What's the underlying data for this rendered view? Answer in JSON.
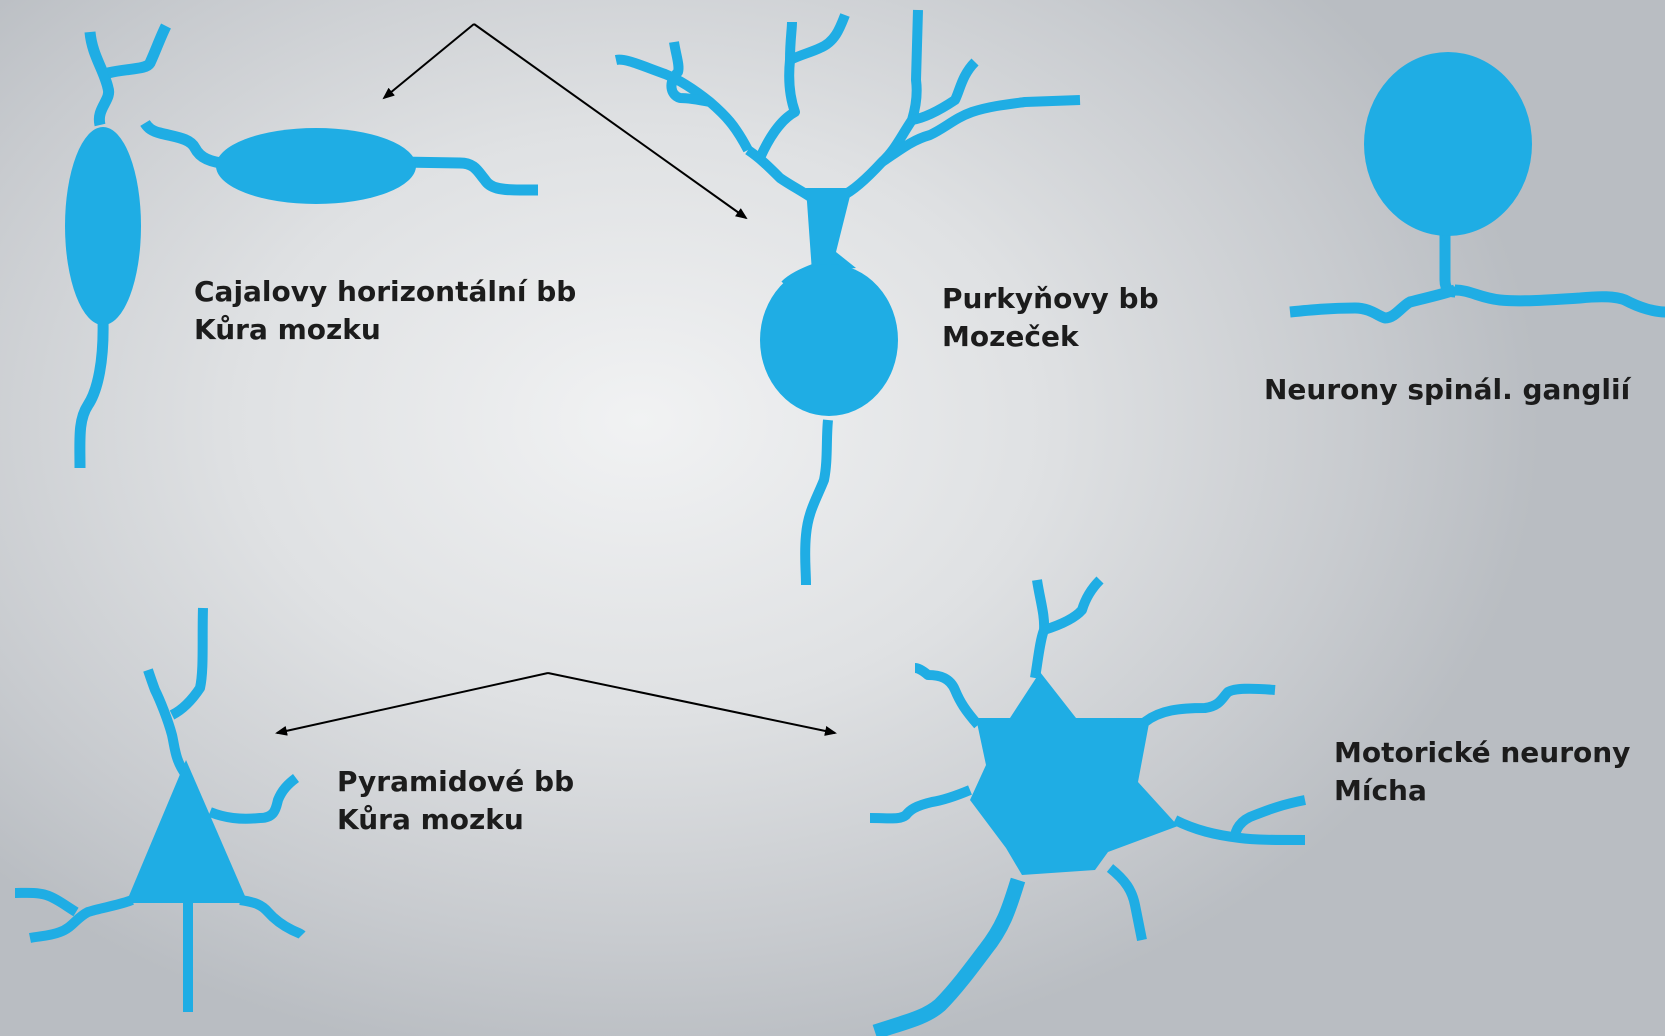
{
  "colors": {
    "neuron": "#1FADE4",
    "arrow": "#000000",
    "text": "#1c1c1c"
  },
  "labels": {
    "cajal": {
      "line1": "Cajalovy horizontální bb",
      "line2": "Kůra mozku"
    },
    "purkyne": {
      "line1": "Purkyňovy bb",
      "line2": "Mozeček"
    },
    "spinal": {
      "line1": "Neurony spinál. ganglií"
    },
    "pyramidal": {
      "line1": "Pyramidové bb",
      "line2": "Kůra mozku"
    },
    "motor": {
      "line1": "Motorické neurony",
      "line2": "Mícha"
    }
  }
}
